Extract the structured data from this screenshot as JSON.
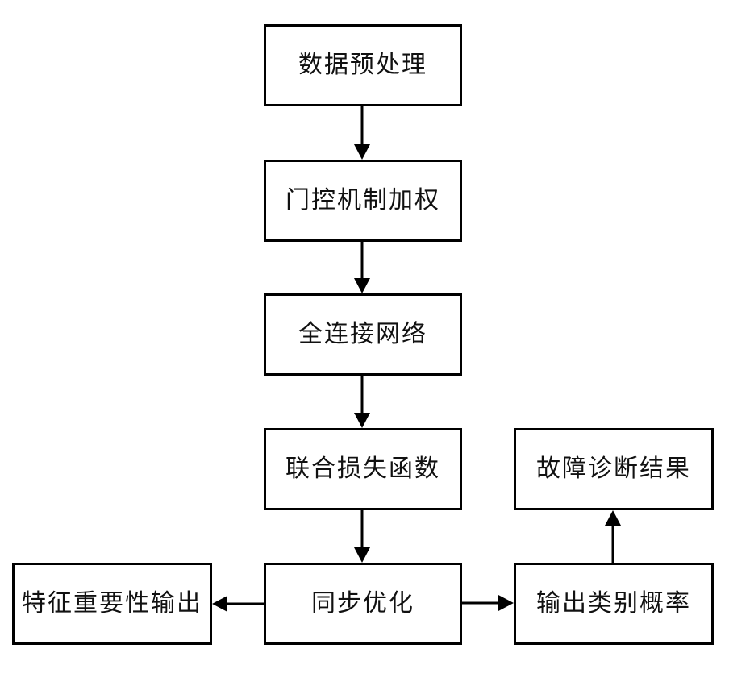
{
  "diagram": {
    "type": "flowchart",
    "colors": {
      "box_border": "#000000",
      "box_fill": "#ffffff",
      "text": "#111111",
      "arrow": "#000000",
      "background": "#ffffff"
    },
    "nodes": {
      "preprocess": {
        "label": "数据预处理"
      },
      "gate": {
        "label": "门控机制加权"
      },
      "fc": {
        "label": "全连接网络"
      },
      "loss": {
        "label": "联合损失函数"
      },
      "sync": {
        "label": "同步优化"
      },
      "feature_importance": {
        "label": "特征重要性输出"
      },
      "class_prob": {
        "label": "输出类别概率"
      },
      "diagnosis": {
        "label": "故障诊断结果"
      }
    },
    "edges": [
      {
        "from": "preprocess",
        "to": "gate",
        "direction": "down"
      },
      {
        "from": "gate",
        "to": "fc",
        "direction": "down"
      },
      {
        "from": "fc",
        "to": "loss",
        "direction": "down"
      },
      {
        "from": "loss",
        "to": "sync",
        "direction": "down"
      },
      {
        "from": "sync",
        "to": "feature_importance",
        "direction": "left"
      },
      {
        "from": "sync",
        "to": "class_prob",
        "direction": "right"
      },
      {
        "from": "class_prob",
        "to": "diagnosis",
        "direction": "up"
      }
    ]
  }
}
